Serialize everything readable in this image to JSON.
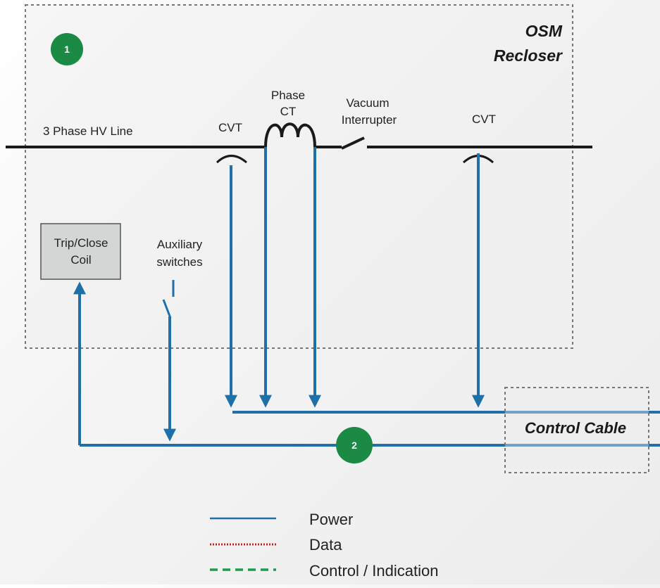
{
  "title": {
    "line1": "OSM",
    "line2": "Recloser"
  },
  "badges": {
    "one": "1",
    "two": "2"
  },
  "labels": {
    "hv_line": "3 Phase  HV Line",
    "cvt_left": "CVT",
    "cvt_right": "CVT",
    "phase_ct_1": "Phase",
    "phase_ct_2": "CT",
    "vacuum_1": "Vacuum",
    "vacuum_2": "Interrupter",
    "coil_1": "Trip/Close",
    "coil_2": "Coil",
    "aux_1": "Auxiliary",
    "aux_2": "switches",
    "control_cable": "Control Cable"
  },
  "legend": [
    {
      "label": "Power",
      "style": "solid",
      "color": "#1f6fa8"
    },
    {
      "label": "Data",
      "style": "dotted",
      "color": "#c0272d"
    },
    {
      "label": "Control / Indication",
      "style": "dashed",
      "color": "#1f9a4a"
    }
  ],
  "colors": {
    "power": "#1f6fa8",
    "hv_line": "#1a1a1a",
    "badge": "#1a8a45",
    "coil_fill": "#d4d6d6",
    "box_fill": "#eeeeee",
    "dash_border": "#777777"
  }
}
